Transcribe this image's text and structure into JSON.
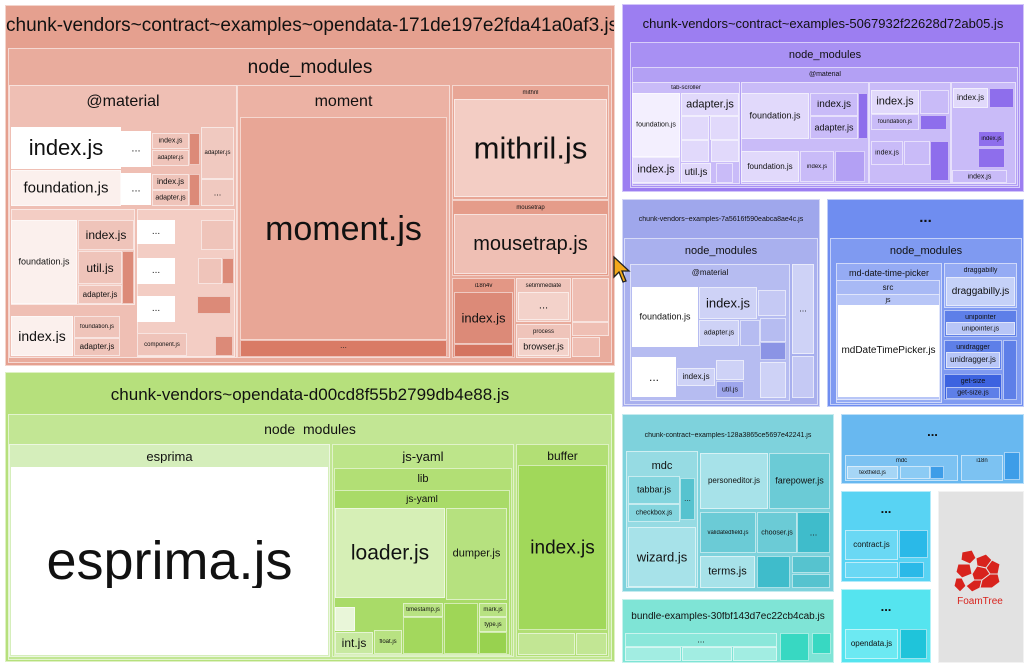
{
  "colors": {
    "vendors_contract_examples_opendata": "#e8a08f",
    "vendors_opendata": "#b5e07a",
    "vendors_contract_examples": "#9b7ef0",
    "vendors_examples": "#9ea6ec",
    "group_blue": "#6f8df0",
    "contract_examples": "#7fd2dc",
    "bundle_examples": "#7fe4d6",
    "mdc_group": "#68b8f0",
    "cyan_group": "#58d4f2",
    "cyan2_group": "#55e4ef",
    "grey": "#e2e2e2"
  },
  "chunk1": {
    "title": "chunk-vendors~contract~examples~opendata-171de197e2fda41a0af3.js",
    "node_modules": "node_modules",
    "material": {
      "label": "@material",
      "dots": "...",
      "index": "index.js",
      "foundation": "foundation.js",
      "small_dots": "...",
      "index2": "index.js",
      "adapter2": "adapter.js",
      "index3": "index.js",
      "adapter3": "adapter.js",
      "adapter4": "adapter.js",
      "foundation2": "foundation.js",
      "index4": "index.js",
      "util": "util.js",
      "adapter5": "adapter.js",
      "index5": "index.js",
      "foundation3": "foundation.js",
      "adapter6": "adapter.js",
      "component": "component.js"
    },
    "moment": {
      "label": "moment",
      "file": "moment.js",
      "dots": "..."
    },
    "mithril": {
      "label": "mithril",
      "file": "mithril.js"
    },
    "mousetrap": {
      "label": "mousetrap",
      "file": "mousetrap.js"
    },
    "i18n4v": {
      "label": "i18n4v",
      "file": "index.js"
    },
    "setimmediate": {
      "label": "setimmediate",
      "dots": "..."
    },
    "process": {
      "label": "process",
      "file": "browser.js"
    }
  },
  "chunk2": {
    "title": "chunk-vendors~opendata-d00cd8f55b2799db4e88.js",
    "node_modules": "node_modules",
    "esprima": {
      "label": "esprima",
      "file": "esprima.js"
    },
    "jsyaml": {
      "label": "js-yaml",
      "lib": "lib",
      "inner": "js-yaml",
      "loader": "loader.js",
      "dumper": "dumper.js",
      "int": "int.js",
      "float": "float.js",
      "timestamp": "timestamp.js",
      "mark": "mark.js",
      "type": "type.js"
    },
    "buffer": {
      "label": "buffer",
      "file": "index.js"
    }
  },
  "chunk3": {
    "title": "chunk-vendors~contract~examples-5067932f22628d72ab05.js",
    "node_modules": "node_modules",
    "material": "@material",
    "tab_scroller": "tab-scroller",
    "foundation": "foundation.js",
    "index": "index.js",
    "adapter": "adapter.js",
    "util": "util.js",
    "foundation2": "foundation.js",
    "index2": "index.js",
    "adapter2": "adapter.js",
    "foundation3": "foundation.js",
    "index3": "index.js",
    "index4": "index.js",
    "foundation4": "foundation.js",
    "index5": "index.js",
    "index6": "index.js",
    "index7": "index.js",
    "index8": "index.js",
    "index9": "index.js"
  },
  "chunk4": {
    "title": "chunk-vendors~examples-7a5616f590eabca8ae4c.js",
    "node_modules": "node_modules",
    "material": "@material",
    "foundation": "foundation.js",
    "index": "index.js",
    "adapter": "adapter.js",
    "index2": "index.js",
    "util": "util.js"
  },
  "chunk5": {
    "title": "...",
    "node_modules": "node_modules",
    "md_date_time_picker": "md-date-time-picker",
    "src": "src",
    "js": "js",
    "md_file": "mdDateTimePicker.js",
    "draggabilly": "draggabilly",
    "draggabilly_file": "draggabilly.js",
    "unipointer": "unipointer",
    "unipointer_file": "unipointer.js",
    "unidragger": "unidragger",
    "unidragger_file": "unidragger.js",
    "get_size": "get-size",
    "get_size_file": "get-size.js"
  },
  "chunk6": {
    "title": "chunk-contract~examples-128a3865ce5697e42241.js",
    "mdc": "mdc",
    "tabbar": "tabbar.js",
    "checkbox": "checkbox.js",
    "wizard": "wizard.js",
    "personeditor": "personeditor.js",
    "farepower": "farepower.js",
    "validatedfield": "validatedfield.js",
    "chooser": "chooser.js",
    "terms": "terms.js"
  },
  "chunk7": {
    "title": "bundle-examples-30fbf143d7ec22cb4cab.js",
    "dots": "..."
  },
  "chunk8": {
    "title": "...",
    "mdc": "mdc",
    "i18n": "i18n",
    "textfield": "textfield.js"
  },
  "chunk9": {
    "title": "...",
    "contract": "contract.js"
  },
  "chunk10": {
    "title": "...",
    "opendata": "opendata.js"
  },
  "foamtree": {
    "brand": "FoamTree"
  },
  "ellipsis": "..."
}
